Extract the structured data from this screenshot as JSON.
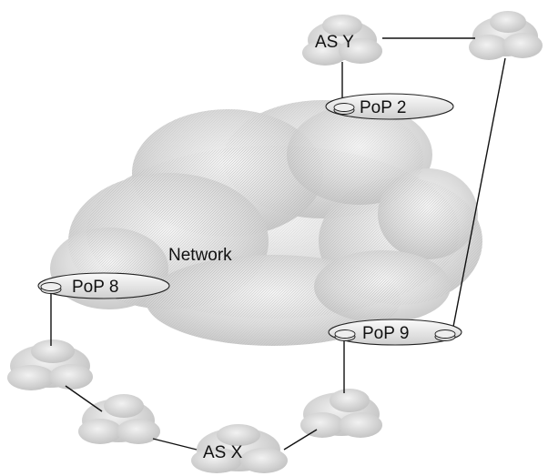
{
  "network": {
    "label": "Network"
  },
  "pops": [
    {
      "id": "pop2",
      "label": "PoP 2"
    },
    {
      "id": "pop8",
      "label": "PoP 8"
    },
    {
      "id": "pop9",
      "label": "PoP 9"
    }
  ],
  "autonomous_systems": [
    {
      "id": "asy",
      "label": "AS Y"
    },
    {
      "id": "asx",
      "label": "AS X"
    }
  ]
}
